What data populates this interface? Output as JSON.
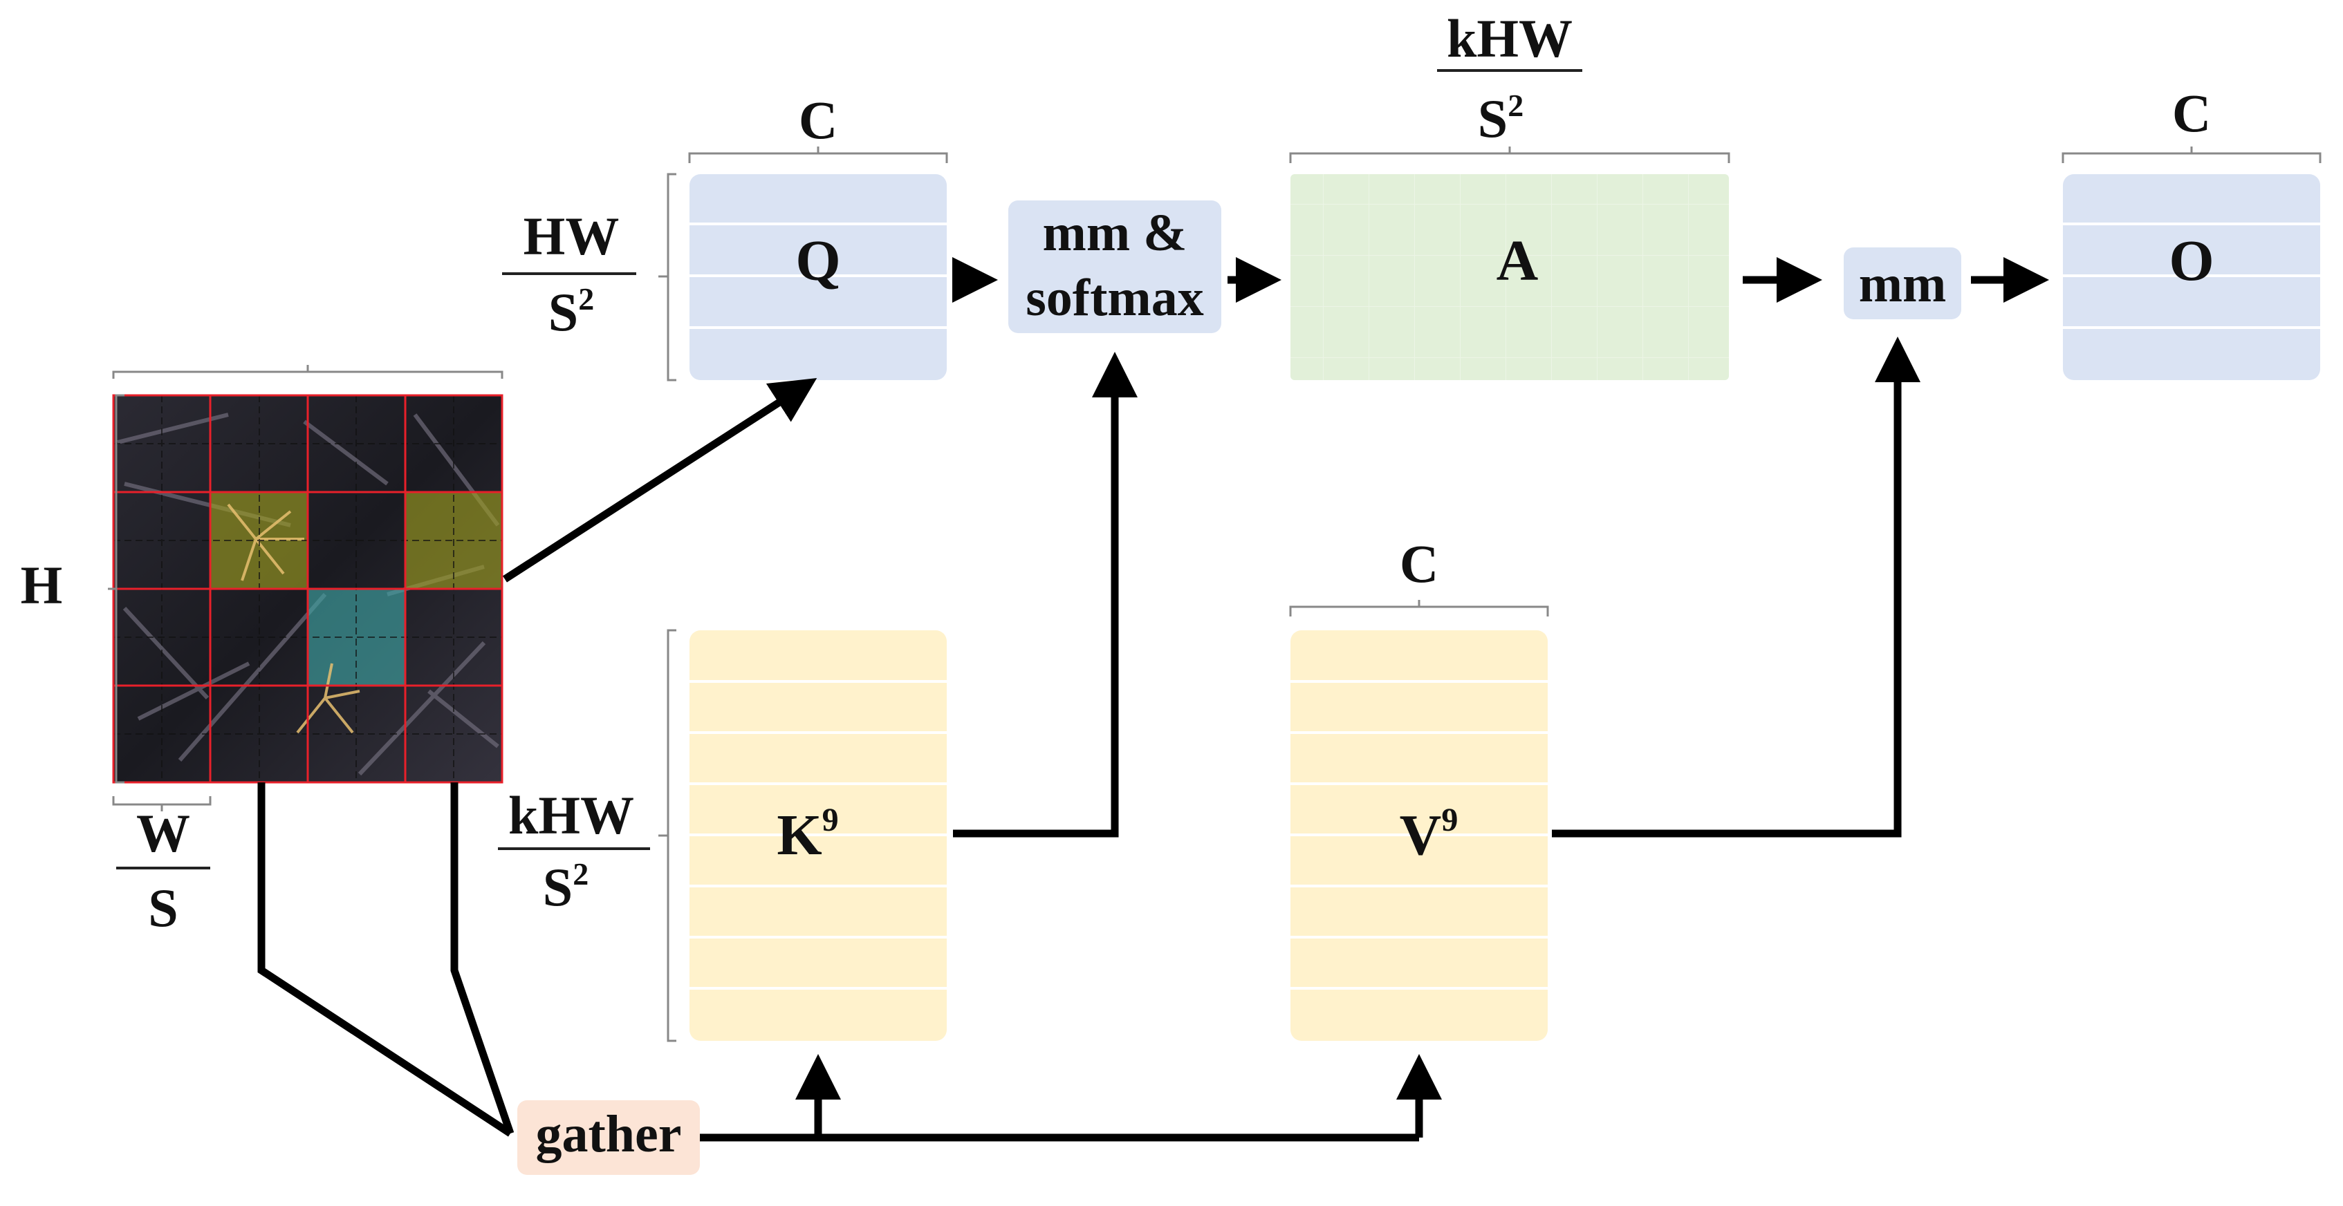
{
  "labels": {
    "h": "H",
    "w_num": "W",
    "w_den": "S",
    "q_row_num": "HW",
    "q_row_den_base": "S",
    "q_row_den_sup": "2",
    "k_row_num": "kHW",
    "k_row_den_base": "S",
    "k_row_den_sup": "2",
    "q_col": "C",
    "a_col_num": "kHW",
    "a_col_den_base": "S",
    "a_col_den_sup": "2",
    "o_col": "C",
    "v_col": "C"
  },
  "blocks": {
    "q": "Q",
    "k_base": "K",
    "k_sup": "9",
    "v_base": "V",
    "v_sup": "9",
    "a": "A",
    "o": "O"
  },
  "ops": {
    "mm_softmax_line1": "mm &",
    "mm_softmax_line2": "softmax",
    "mm": "mm",
    "gather": "gather"
  },
  "colors": {
    "blue": "#dae3f3",
    "green": "#e2f0d9",
    "yellow": "#fff2cc",
    "orange": "#fce4d6",
    "grid_red": "#e8202a",
    "arrow": "#000000"
  },
  "image_grid": {
    "coarse_rows": 4,
    "coarse_cols": 4,
    "fine_per_cell": 2,
    "highlights": [
      {
        "row": 1,
        "col": 1,
        "color": "yellow"
      },
      {
        "row": 1,
        "col": 3,
        "color": "yellow"
      },
      {
        "row": 2,
        "col": 2,
        "color": "cyan"
      }
    ]
  }
}
